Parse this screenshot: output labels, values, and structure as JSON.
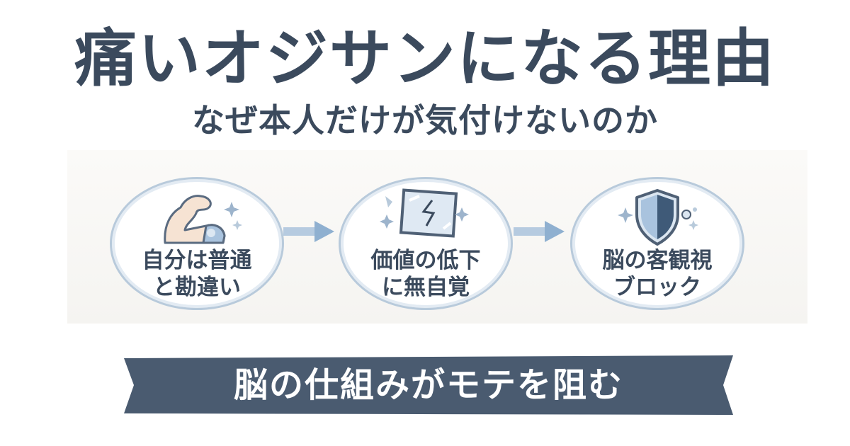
{
  "title": "痛いオジサンになる理由",
  "subtitle": "なぜ本人だけが気付けないのか",
  "steps": [
    {
      "line1": "自分は普通",
      "line2": "と勘違い",
      "icon": "flexed-arm-icon"
    },
    {
      "line1": "価値の低下",
      "line2": "に無自覚",
      "icon": "cracked-mirror-icon"
    },
    {
      "line1": "脳の客観視",
      "line2": "ブロック",
      "icon": "shield-icon"
    }
  ],
  "banner": "脳の仕組みがモテを阻む",
  "colors": {
    "text": "#3b4a5d",
    "accent": "#7ea3c8",
    "circle_border": "#b8cadb",
    "banner_bg": "#4a5b70"
  }
}
